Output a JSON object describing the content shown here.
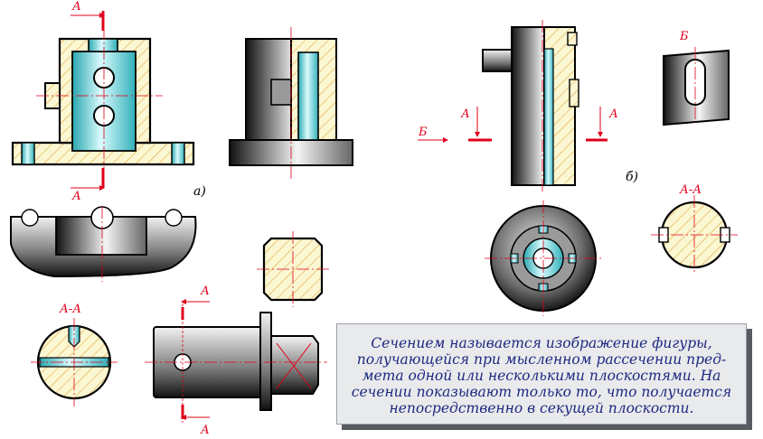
{
  "labels": {
    "section_a": "А",
    "view_b": "Б",
    "fig_a": "а)",
    "fig_b": "б)",
    "section_aa": "А-А"
  },
  "note": {
    "lines": [
      "Сечением называется изображение фигуры,",
      "получающейся при мысленном рассечении пред-",
      "мета одной или несколькими плоскостями. На",
      "сечении показывают только то, что получается",
      "непосредственно в секущей плоскости."
    ]
  },
  "colors": {
    "hatch_fill": "#fbf7d2",
    "hatch_line": "#e0a13a",
    "cut_line": "#e0001a",
    "cyan": "#5fd6dc",
    "text_blue": "#1d2880",
    "panel": "#e9eaec"
  }
}
